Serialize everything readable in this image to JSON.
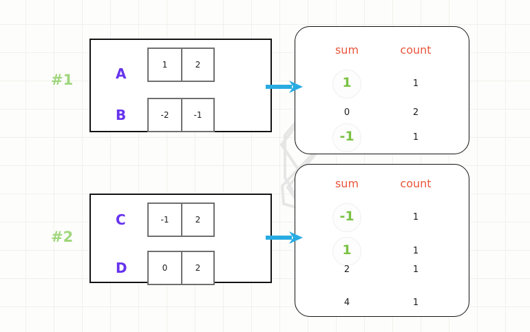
{
  "diagram": {
    "title_colors": {
      "group_label": "#9fd67c",
      "row_letter": "#6633ee",
      "header": "#e8553a",
      "highlight": "#7ac143",
      "arrow": "#29abe2",
      "connector": "#e6e6e6"
    },
    "groups": [
      {
        "label": "#1",
        "rows": [
          {
            "letter": "A",
            "cells": [
              "1",
              "2"
            ]
          },
          {
            "letter": "B",
            "cells": [
              "-2",
              "-1"
            ]
          }
        ],
        "aggregate": {
          "headers": {
            "sum": "sum",
            "count": "count"
          },
          "rows": [
            {
              "sum": "1",
              "count": "1",
              "highlight": true
            },
            {
              "sum": "0",
              "count": "2",
              "highlight": false
            },
            {
              "sum": "-1",
              "count": "1",
              "highlight": true
            }
          ]
        }
      },
      {
        "label": "#2",
        "rows": [
          {
            "letter": "C",
            "cells": [
              "-1",
              "2"
            ]
          },
          {
            "letter": "D",
            "cells": [
              "0",
              "2"
            ]
          }
        ],
        "aggregate": {
          "headers": {
            "sum": "sum",
            "count": "count"
          },
          "rows": [
            {
              "sum": "-1",
              "count": "1",
              "highlight": true
            },
            {
              "sum": "1",
              "count": "1",
              "highlight": true
            },
            {
              "sum": "2",
              "count": "1",
              "highlight": false
            },
            {
              "sum": "4",
              "count": "1",
              "highlight": false
            }
          ]
        }
      }
    ]
  }
}
